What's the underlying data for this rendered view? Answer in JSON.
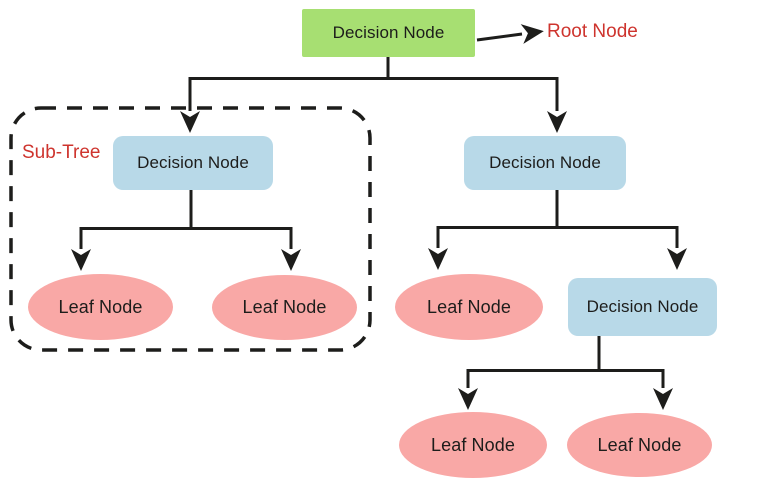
{
  "colors": {
    "root_fill": "#a7df72",
    "decision_fill": "#b8d9e8",
    "leaf_fill": "#f9a8a6",
    "annotation_text": "#ce342e",
    "line": "#1d1d1b"
  },
  "annotations": {
    "root_label": "Root Node",
    "subtree_label": "Sub-Tree"
  },
  "tree": {
    "root": {
      "label": "Decision Node"
    },
    "left_subtree": {
      "decision": {
        "label": "Decision Node"
      },
      "leaves": [
        {
          "label": "Leaf Node"
        },
        {
          "label": "Leaf Node"
        }
      ]
    },
    "right_subtree": {
      "decision": {
        "label": "Decision Node"
      },
      "leaf": {
        "label": "Leaf Node"
      },
      "nested_subtree": {
        "decision": {
          "label": "Decision Node"
        },
        "leaves": [
          {
            "label": "Leaf Node"
          },
          {
            "label": "Leaf Node"
          }
        ]
      }
    }
  }
}
